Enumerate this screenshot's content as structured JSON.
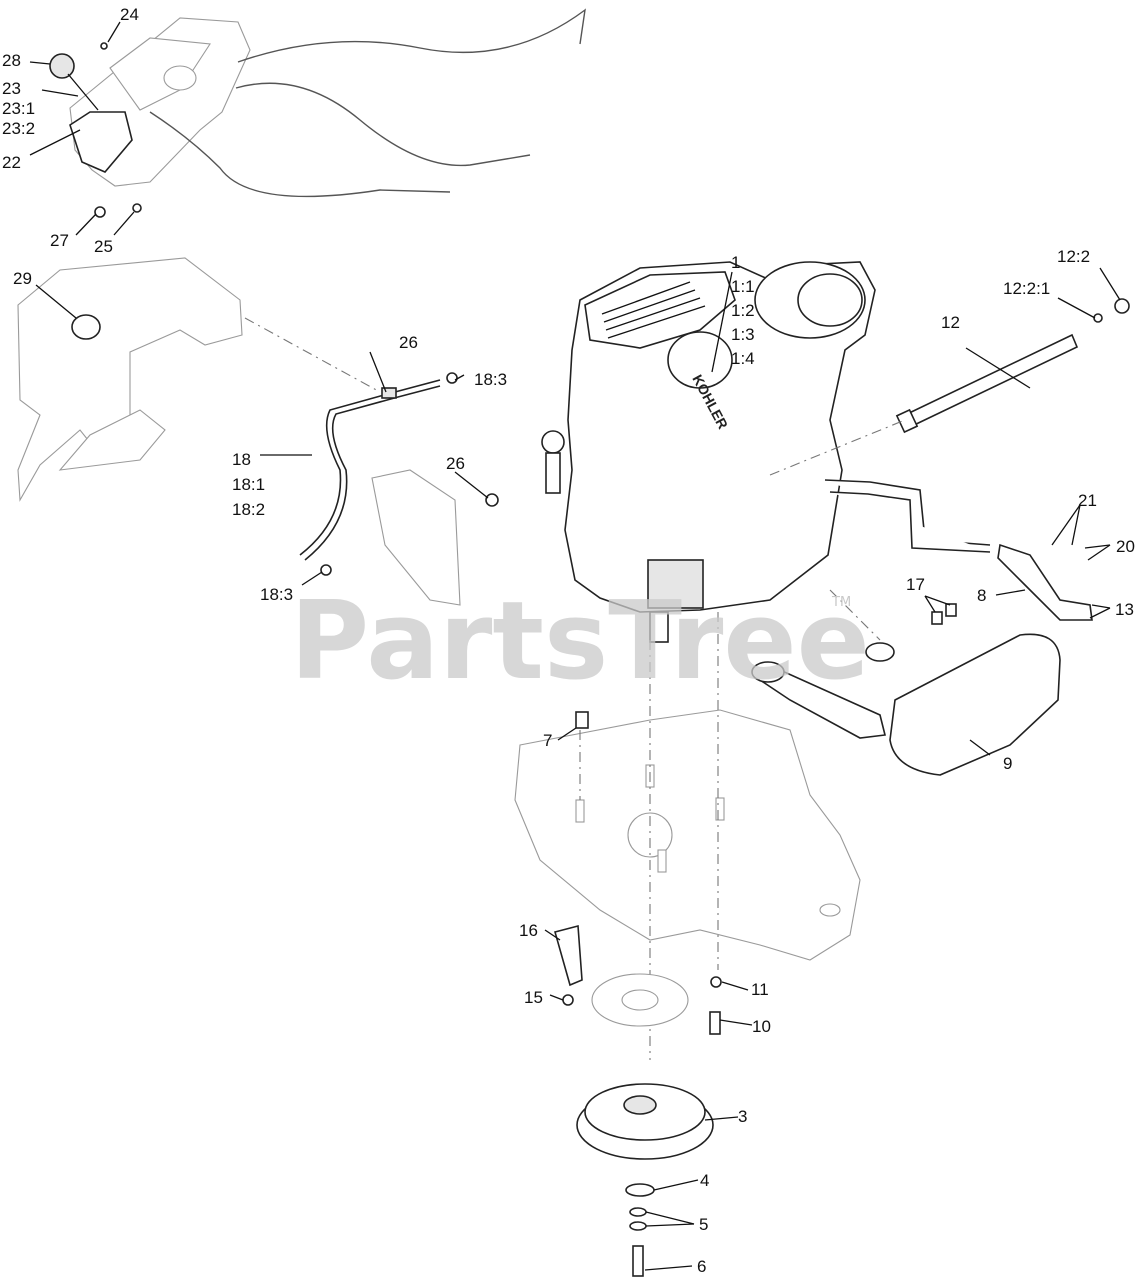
{
  "watermark": {
    "text": "PartsTree",
    "tm": "TM"
  },
  "engine_brand": "KOHLER",
  "callouts": {
    "c1": "1",
    "c1_1": "1:1",
    "c1_2": "1:2",
    "c1_3": "1:3",
    "c1_4": "1:4",
    "c3": "3",
    "c4": "4",
    "c5": "5",
    "c6": "6",
    "c7": "7",
    "c8": "8",
    "c9": "9",
    "c10": "10",
    "c11": "11",
    "c12": "12",
    "c12_2": "12:2",
    "c12_2_1": "12:2:1",
    "c13": "13",
    "c15": "15",
    "c16": "16",
    "c17": "17",
    "c18": "18",
    "c18_1": "18:1",
    "c18_2": "18:2",
    "c18_3a": "18:3",
    "c18_3b": "18:3",
    "c20": "20",
    "c21": "21",
    "c22": "22",
    "c23": "23",
    "c23_1": "23:1",
    "c23_2": "23:2",
    "c24": "24",
    "c25": "25",
    "c26a": "26",
    "c26b": "26",
    "c27": "27",
    "c28": "28",
    "c29": "29"
  }
}
